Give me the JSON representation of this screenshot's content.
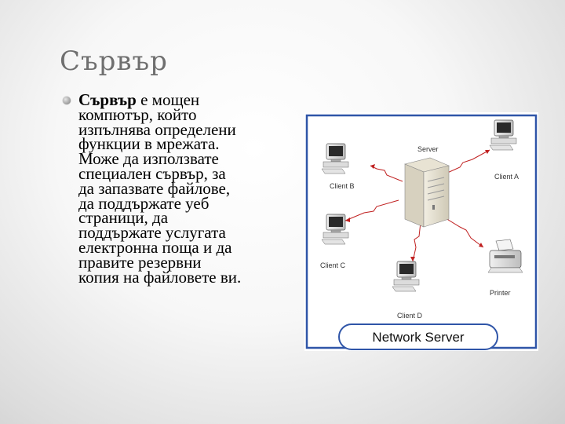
{
  "slide": {
    "title": "Сървър",
    "bullet_bold": "Сървър",
    "bullet_lines": [
      " е мощен",
      "компютър, който",
      "изпълнява определени",
      "функции в мрежата.",
      "Може да използвате",
      "специален сървър, за",
      "да запазвате файлове,",
      "да поддържате уеб",
      "страници, да",
      "поддържате услугата",
      "електронна поща и да",
      "правите резервни",
      "копия на файловете ви."
    ]
  },
  "diagram": {
    "server_label": "Server",
    "client_a": "Client A",
    "client_b": "Client B",
    "client_c": "Client C",
    "client_d": "Client D",
    "printer": "Printer",
    "caption": "Network Server",
    "colors": {
      "frame": "#2f55a8",
      "arrow": "#c02020"
    }
  }
}
